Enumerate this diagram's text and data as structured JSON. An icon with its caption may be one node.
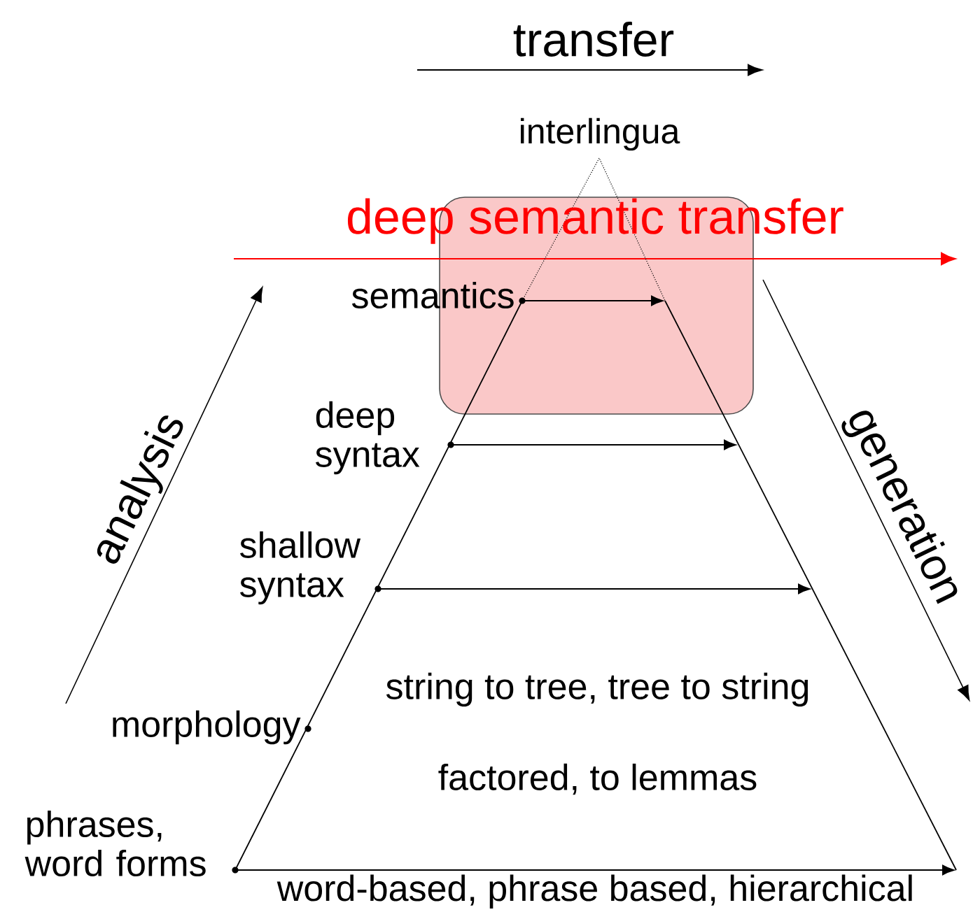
{
  "diagram": {
    "nodes": [
      {
        "text": [
          "interlingua"
        ]
      },
      {
        "text": [
          "semantics"
        ]
      },
      {
        "text": [
          "deep syntax"
        ]
      },
      {
        "text": [
          "shallow syntax"
        ]
      },
      {
        "text": [
          "morphology"
        ]
      },
      {
        "text": [
          "phrases, word forms"
        ]
      }
    ],
    "edges": [
      {
        "from": 1,
        "to": null,
        "arrow": "to"
      },
      {
        "from": 2,
        "to": null,
        "arrow": "to"
      },
      {
        "from": 3,
        "to": null,
        "arrow": "to"
      },
      {
        "from": 5,
        "to": null,
        "arrow": "to",
        "label": "word-based, phrase based, hierarchical"
      }
    ],
    "labels": [
      "transfer",
      "deep semantic transfer",
      "analysis",
      "generation",
      "string to tree, tree to string",
      "factored, to lemmas"
    ]
  }
}
